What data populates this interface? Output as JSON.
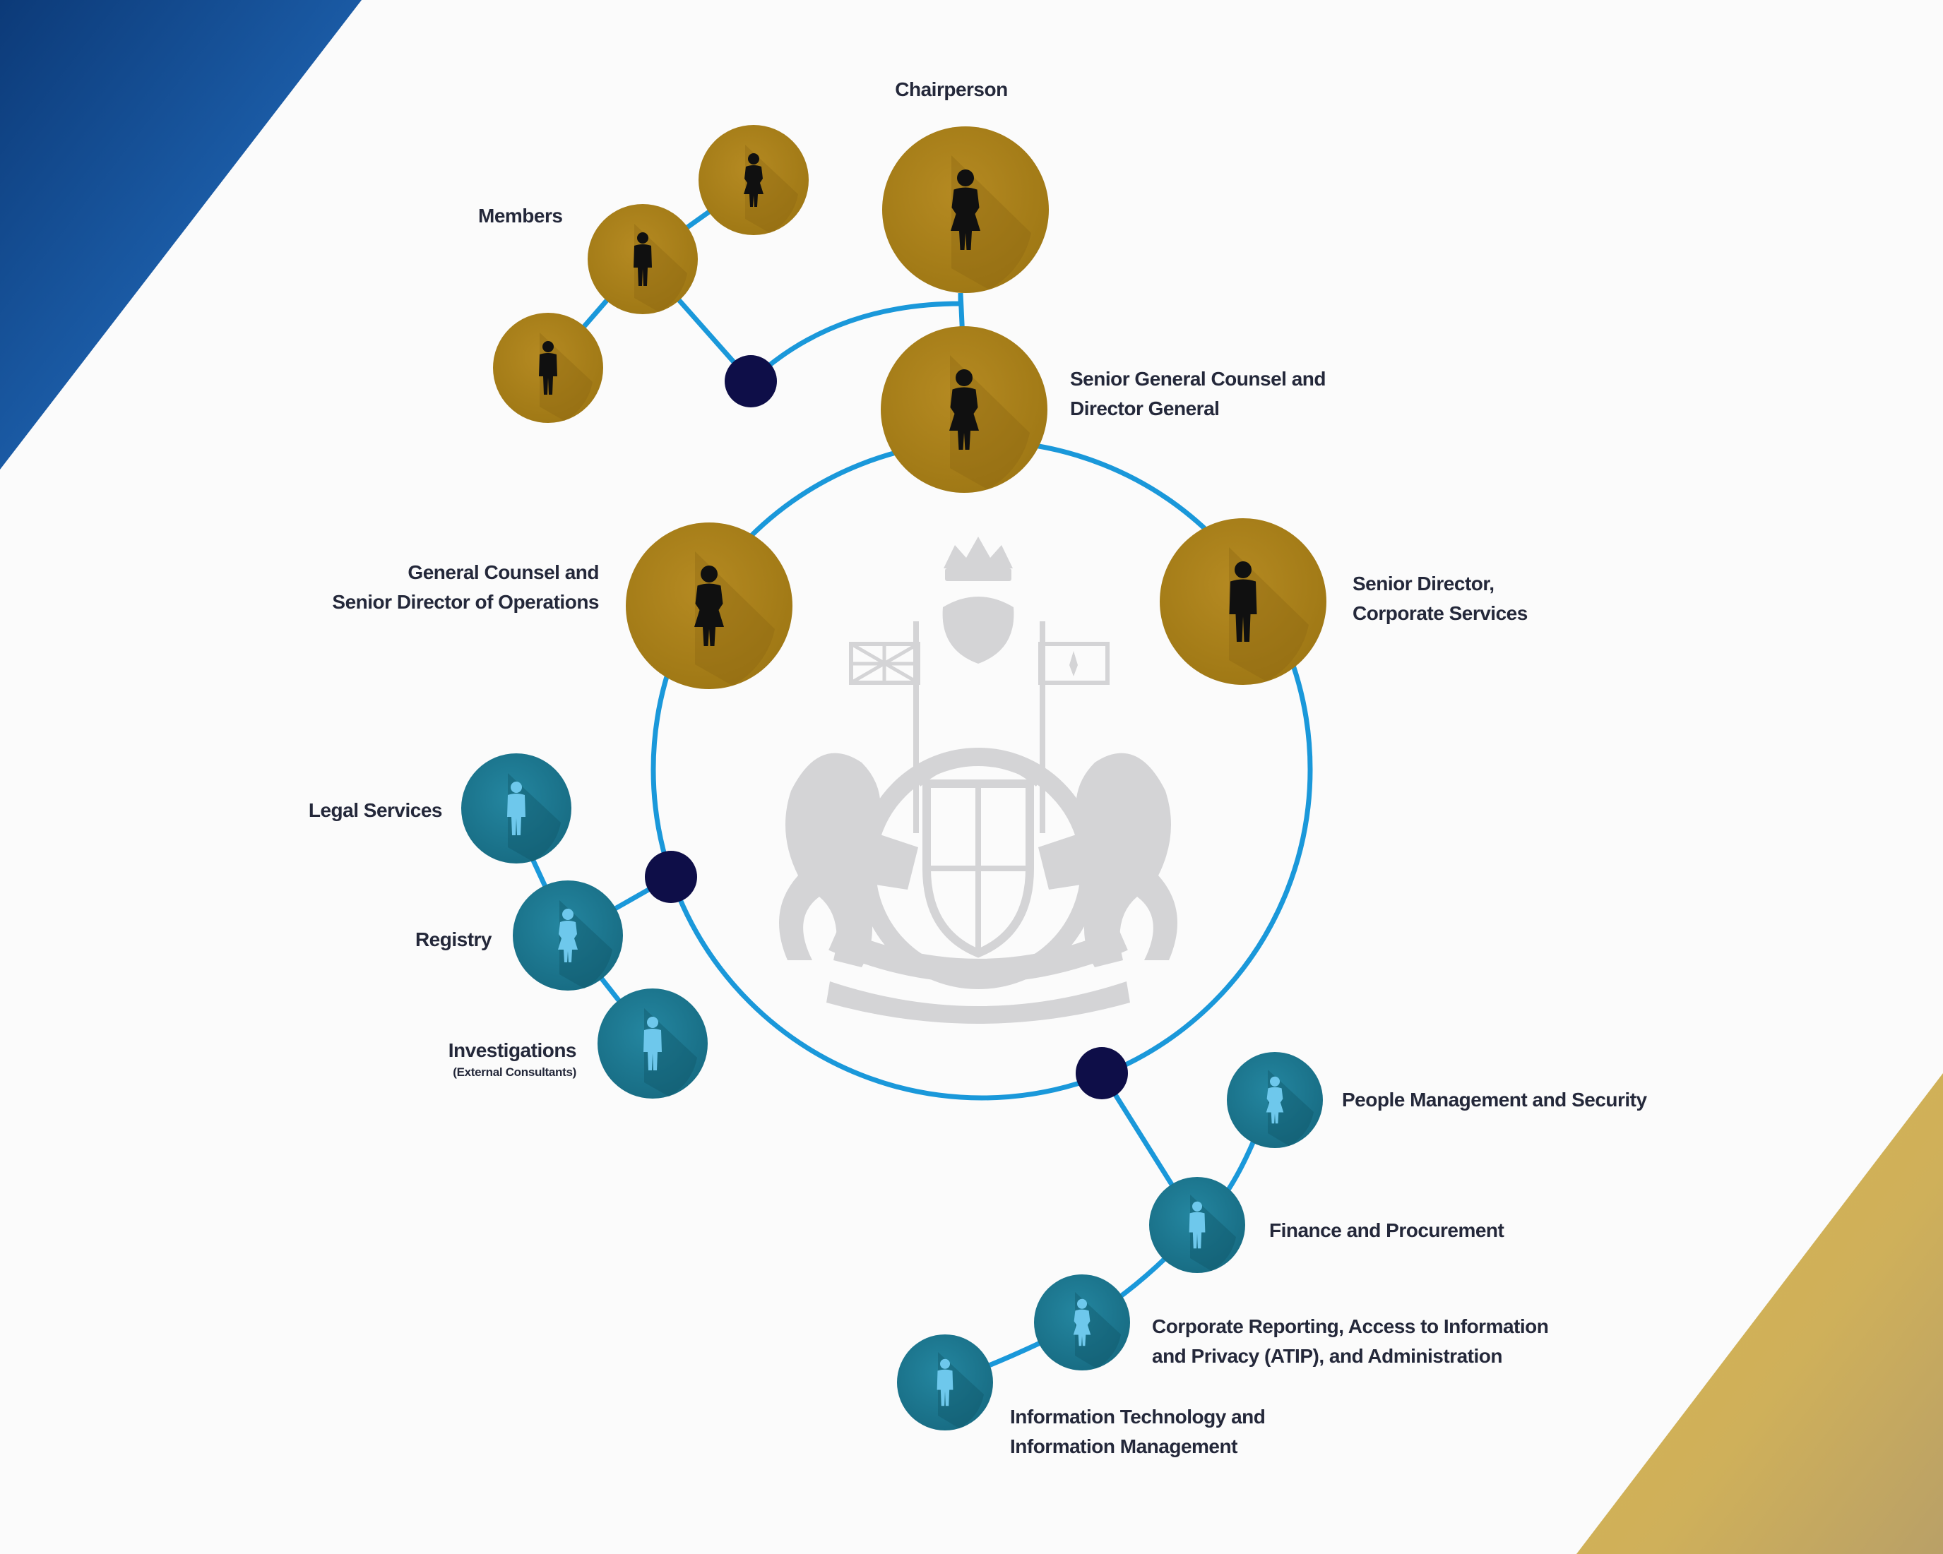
{
  "colors": {
    "gold": "#a87f1c",
    "teal": "#1e7a91",
    "connector": "#1a98da",
    "hub": "#0e0e48",
    "crest": "#d4d4d6",
    "icon_dark": "#101010",
    "icon_light": "#6ec8ec",
    "label": "#24283a",
    "corner_blue": "#0f3f7f",
    "corner_gold": "#d1b24c"
  },
  "watermark": {
    "icon": "coat-of-arms-icon"
  },
  "labels": {
    "chairperson": "Chairperson",
    "members": "Members",
    "sgc_dg_line1": "Senior General Counsel and",
    "sgc_dg_line2": "Director General",
    "gc_sdo_line1": "General Counsel and",
    "gc_sdo_line2": "Senior Director of Operations",
    "sd_cs_line1": "Senior Director,",
    "sd_cs_line2": "Corporate Services",
    "legal": "Legal Services",
    "registry": "Registry",
    "investigations": "Investigations",
    "investigations_sub": "(External Consultants)",
    "people": "People Management and Security",
    "finance": "Finance and Procurement",
    "corp_line1": "Corporate Reporting, Access to Information",
    "corp_line2": "and Privacy (ATIP), and Administration",
    "it_line1": "Information Technology and",
    "it_line2": "Information Management"
  },
  "nodes": [
    {
      "id": "chairperson",
      "tier": "gold",
      "icon": "person-female-icon"
    },
    {
      "id": "member-1",
      "tier": "gold",
      "icon": "person-female-icon"
    },
    {
      "id": "member-2",
      "tier": "gold",
      "icon": "person-male-icon"
    },
    {
      "id": "member-3",
      "tier": "gold",
      "icon": "person-male-icon"
    },
    {
      "id": "senior-general-counsel-director-general",
      "tier": "gold",
      "icon": "person-female-icon"
    },
    {
      "id": "general-counsel-senior-director-operations",
      "tier": "gold",
      "icon": "person-female-icon"
    },
    {
      "id": "senior-director-corporate-services",
      "tier": "gold",
      "icon": "person-male-icon"
    },
    {
      "id": "legal-services",
      "tier": "teal",
      "icon": "person-male-icon"
    },
    {
      "id": "registry",
      "tier": "teal",
      "icon": "person-female-icon"
    },
    {
      "id": "investigations",
      "tier": "teal",
      "icon": "person-male-icon"
    },
    {
      "id": "people-management-security",
      "tier": "teal",
      "icon": "person-female-icon"
    },
    {
      "id": "finance-procurement",
      "tier": "teal",
      "icon": "person-male-icon"
    },
    {
      "id": "corporate-reporting-atip-administration",
      "tier": "teal",
      "icon": "person-female-icon"
    },
    {
      "id": "information-technology-management",
      "tier": "teal",
      "icon": "person-male-icon"
    }
  ],
  "hubs": [
    "members-hub",
    "operations-hub",
    "corporate-hub"
  ]
}
